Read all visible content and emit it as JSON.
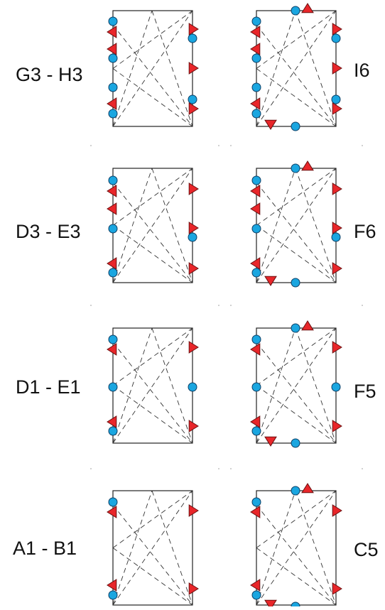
{
  "rows": [
    {
      "left_label": "G3 - H3",
      "right_label": "I6"
    },
    {
      "left_label": "D3 - E3",
      "right_label": "F6"
    },
    {
      "left_label": "D1 - E1",
      "right_label": "F5"
    },
    {
      "left_label": "A1 - B1",
      "right_label": "C5"
    }
  ],
  "colors": {
    "circle": "#1aa6e0",
    "triangle": "#e8262a",
    "lines": "#333333"
  },
  "marker_legend": {
    "circle": "circle-marker",
    "triangle": "triangle-marker"
  }
}
